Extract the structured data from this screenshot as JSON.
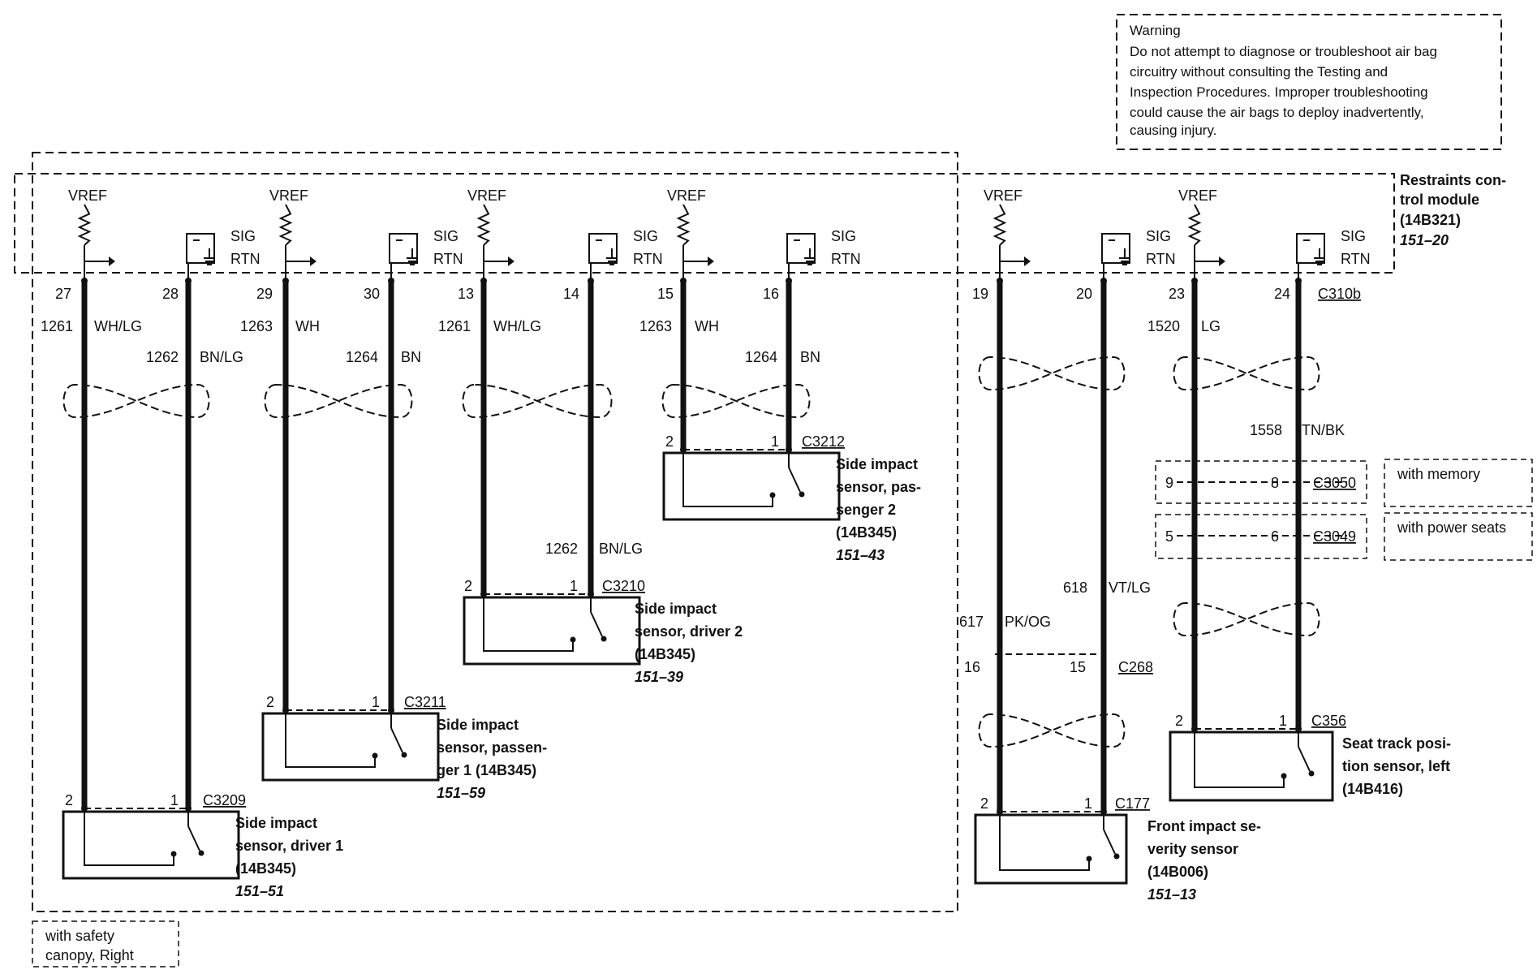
{
  "warning": {
    "title": "Warning",
    "lines": [
      "Do not attempt to diagnose or troubleshoot air bag",
      "circuitry without consulting the Testing and",
      "Inspection Procedures. Improper troubleshooting",
      "could cause the air bags to deploy inadvertently,",
      "causing injury."
    ]
  },
  "module": {
    "lines": [
      "Restraints con-",
      "trol module",
      "(14B321)"
    ],
    "ref": "151–20",
    "connector": "C310b",
    "vref_label": "VREF",
    "sig_label": "SIG",
    "rtn_label": "RTN"
  },
  "circuits": [
    {
      "pin_a": "27",
      "pin_b": "28",
      "circ_a": "1261",
      "color_a": "WH/LG",
      "circ_b": "1262",
      "color_b": "BN/LG"
    },
    {
      "pin_a": "29",
      "pin_b": "30",
      "circ_a": "1263",
      "color_a": "WH",
      "circ_b": "1264",
      "color_b": "BN"
    },
    {
      "pin_a": "13",
      "pin_b": "14",
      "circ_a": "1261",
      "color_a": "WH/LG",
      "circ_b": "1262",
      "color_b": "BN/LG"
    },
    {
      "pin_a": "15",
      "pin_b": "16",
      "circ_a": "1263",
      "color_a": "WH",
      "circ_b": "1264",
      "color_b": "BN"
    },
    {
      "pin_a": "19",
      "pin_b": "20",
      "circ_a": "617",
      "color_a": "PK/OG",
      "circ_b": "618",
      "color_b": "VT/LG"
    },
    {
      "pin_a": "23",
      "pin_b": "24",
      "circ_a": "1520",
      "color_a": "LG",
      "circ_b": "1558",
      "color_b": "TN/BK"
    }
  ],
  "sensors": [
    {
      "pin_a": "2",
      "pin_b": "1",
      "connector": "C3209",
      "lines": [
        "Side impact",
        "sensor, driver 1",
        "(14B345)"
      ],
      "ref": "151–51"
    },
    {
      "pin_a": "2",
      "pin_b": "1",
      "connector": "C3211",
      "lines": [
        "Side impact",
        "sensor, passen-",
        "ger 1 (14B345)"
      ],
      "ref": "151–59"
    },
    {
      "pin_a": "2",
      "pin_b": "1",
      "connector": "C3210",
      "lines": [
        "Side impact",
        "sensor, driver 2",
        "(14B345)"
      ],
      "ref": "151–39"
    },
    {
      "pin_a": "2",
      "pin_b": "1",
      "connector": "C3212",
      "lines": [
        "Side impact",
        "sensor, pas-",
        "senger 2",
        "(14B345)"
      ],
      "ref": "151–43"
    },
    {
      "pin_a": "2",
      "pin_b": "1",
      "connector": "C177",
      "lines": [
        "Front impact se-",
        "verity sensor",
        "(14B006)"
      ],
      "ref": "151–13"
    },
    {
      "pin_a": "2",
      "pin_b": "1",
      "connector": "C356",
      "lines": [
        "Seat track posi-",
        "tion sensor, left",
        "(14B416)"
      ],
      "ref": ""
    }
  ],
  "inline_connectors": {
    "c268": {
      "name": "C268",
      "pin_a": "16",
      "pin_b": "15"
    },
    "c3050": {
      "name": "C3050",
      "pin_a": "9",
      "pin_b": "8",
      "note": "with memory"
    },
    "c3049": {
      "name": "C3049",
      "pin_a": "5",
      "pin_b": "6",
      "note": "with power seats"
    }
  },
  "canopy_note": [
    "with safety",
    "canopy, Right"
  ]
}
